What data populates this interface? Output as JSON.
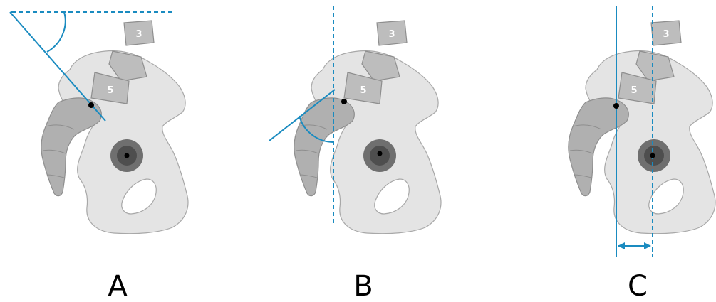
{
  "colors": {
    "bone_fill": "#e4e4e4",
    "bone_stroke": "#a8a8a8",
    "vertebra_fill": "#bdbdbd",
    "sacrum_fill": "#b0b0b0",
    "femoral_head_outer": "#6f6f6f",
    "femoral_head_inner": "#4e4e4e",
    "measure_line": "#1a8bc0",
    "dot": "#000000",
    "label": "#000000"
  },
  "panels": [
    {
      "label": "A",
      "vertebra_labels": [
        "3",
        "5"
      ]
    },
    {
      "label": "B",
      "vertebra_labels": [
        "3",
        "5"
      ]
    },
    {
      "label": "C",
      "vertebra_labels": [
        "3",
        "5"
      ]
    }
  ]
}
